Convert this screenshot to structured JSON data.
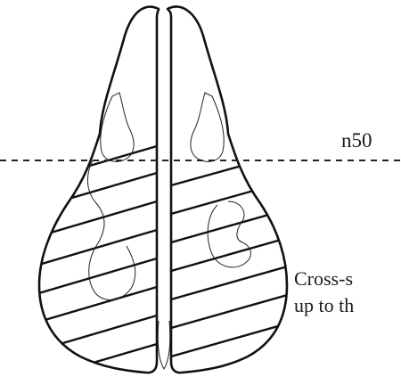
{
  "labels": {
    "level": "n50",
    "caption_line1": "Cross-s",
    "caption_line2": "up to th"
  }
}
